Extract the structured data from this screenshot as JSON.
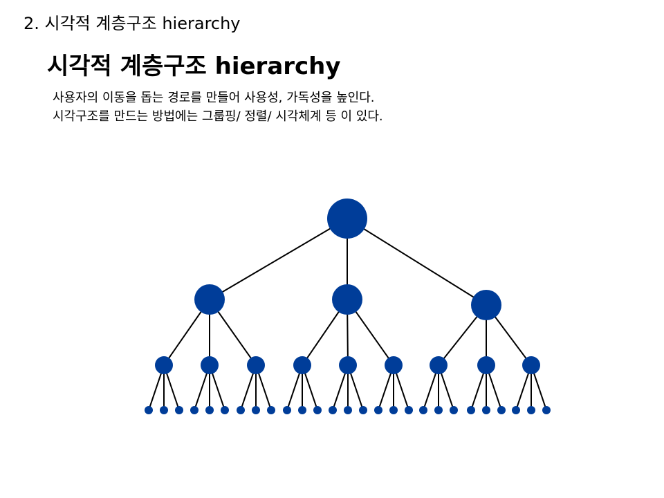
{
  "slide": {
    "section_heading": "2. 시각적 계층구조 hierarchy",
    "title": "시각적 계층구조 hierarchy",
    "description_lines": [
      "사용자의 이동을 돕는 경로를 만들어 사용성, 가독성을 높인다.",
      "시각구조를 만드는 방법에는 그룹핑/ 정렬/ 시각체계 등 이 있다."
    ]
  },
  "diagram": {
    "node_color": "#003d99",
    "edge_color": "#000000",
    "levels": 4,
    "branching": 3
  }
}
